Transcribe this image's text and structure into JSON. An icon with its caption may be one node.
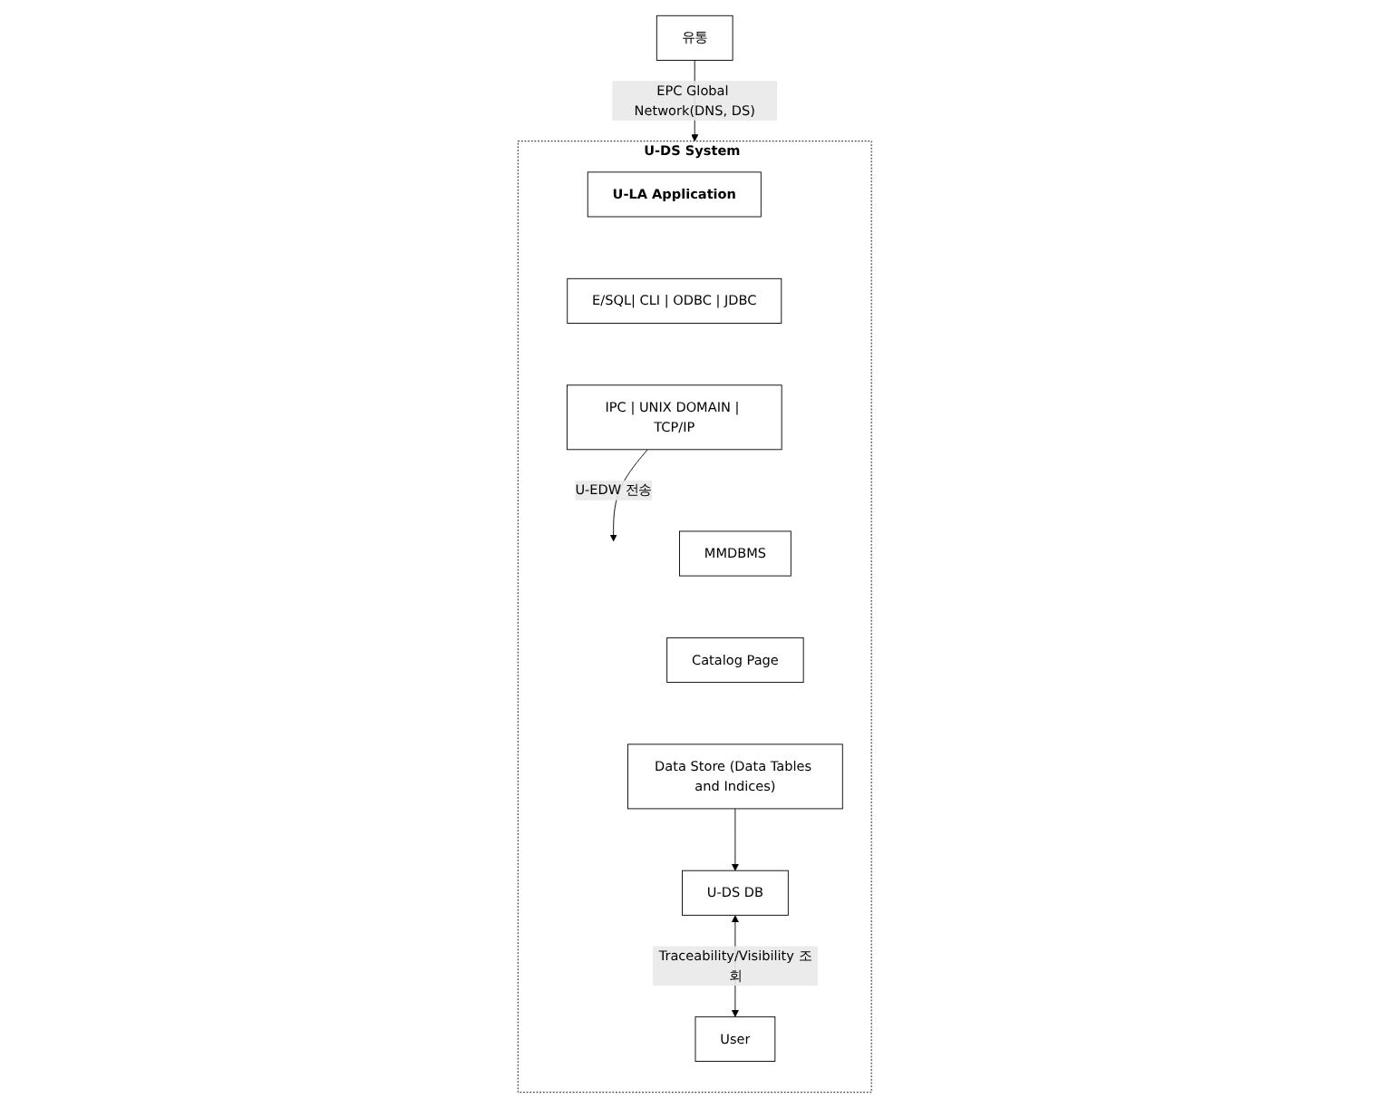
{
  "diagram": {
    "nodes": [
      {
        "text": [
          "유통"
        ]
      },
      {
        "text": [
          "U-DS System"
        ]
      },
      {
        "text": [
          "U-LA Application"
        ],
        "in": 1
      },
      {
        "text": [
          "E/SQL| CLI | ODBC | JDBC"
        ],
        "in": 1
      },
      {
        "text": [
          "IPC | UNIX DOMAIN | TCP/IP"
        ],
        "in": 1
      },
      {
        "text": [
          "MMDBMS"
        ],
        "in": 1
      },
      {
        "text": [
          "Catalog Page"
        ],
        "in": 1
      },
      {
        "text": [
          "Data Store (Data Tables and Indices)"
        ],
        "in": 1
      },
      {
        "text": [
          "U-DS DB"
        ],
        "in": 1
      },
      {
        "text": [
          "User"
        ],
        "in": 1
      }
    ],
    "edges": [
      {
        "from": 0,
        "to": 1,
        "arrow": "to",
        "label": "EPC Global Network(DNS, DS)"
      },
      {
        "from": 7,
        "to": 8,
        "arrow": "to"
      },
      {
        "from": 4,
        "to": null,
        "arrow": "to",
        "label": "U-EDW 전송"
      },
      {
        "from": 8,
        "to": 9,
        "arrow": "both",
        "label": "Traceability/Visibility 조회"
      }
    ]
  }
}
